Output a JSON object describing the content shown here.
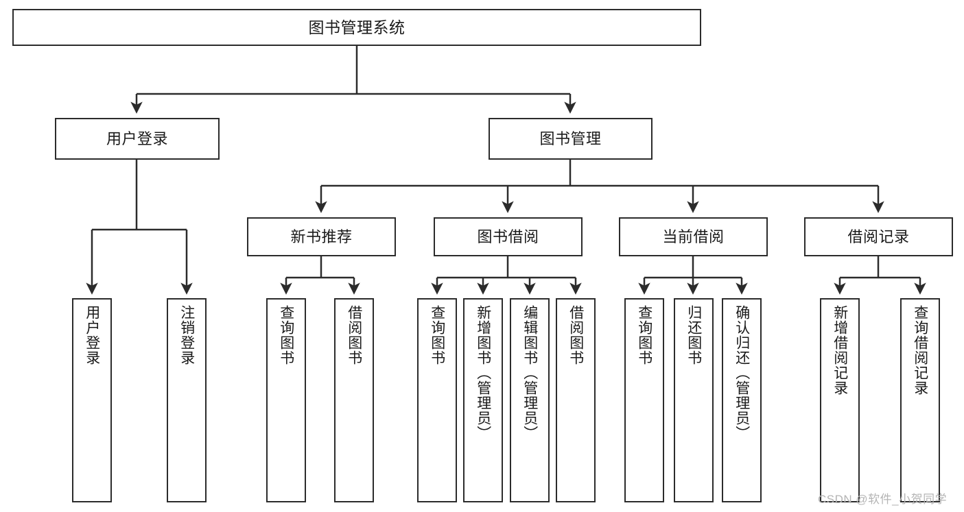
{
  "diagram": {
    "title": "图书管理系统",
    "type": "tree-hierarchy-diagram",
    "colors": {
      "stroke": "#2b2b2b",
      "fill": "#ffffff",
      "text": "#1a1a1a",
      "watermark": "#b4b4b4"
    },
    "nodes": {
      "root": {
        "label": "图书管理系统"
      },
      "level1": [
        {
          "label": "用户登录"
        },
        {
          "label": "图书管理"
        }
      ],
      "level2": [
        {
          "label": "新书推荐"
        },
        {
          "label": "图书借阅"
        },
        {
          "label": "当前借阅"
        },
        {
          "label": "借阅记录"
        }
      ],
      "leaves_user_login": [
        {
          "label": "用户登录"
        },
        {
          "label": "注销登录"
        }
      ],
      "leaves_new_book": [
        {
          "label": "查询图书"
        },
        {
          "label": "借阅图书"
        }
      ],
      "leaves_borrow": [
        {
          "label": "查询图书"
        },
        {
          "label": "新增图书（管理员）"
        },
        {
          "label": "编辑图书（管理员）"
        },
        {
          "label": "借阅图书"
        }
      ],
      "leaves_current": [
        {
          "label": "查询图书"
        },
        {
          "label": "归还图书"
        },
        {
          "label": "确认归还（管理员）"
        }
      ],
      "leaves_records": [
        {
          "label": "新增借阅记录"
        },
        {
          "label": "查询借阅记录"
        }
      ]
    },
    "watermark": "CSDN @软件_小贺同学"
  }
}
